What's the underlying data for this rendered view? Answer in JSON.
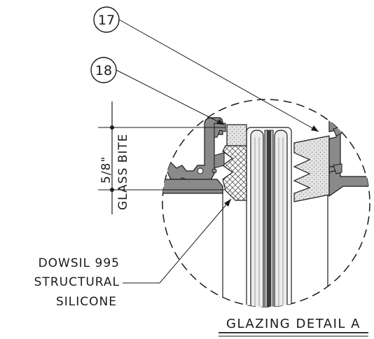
{
  "callouts": [
    {
      "id": "callout-17",
      "number": "17"
    },
    {
      "id": "callout-18",
      "number": "18"
    }
  ],
  "dimension": {
    "value": "5/8\"",
    "label": "GLASS BITE"
  },
  "note": {
    "lines": [
      "DOWSIL 995",
      "STRUCTURAL",
      "SILICONE"
    ]
  },
  "detail_title": "GLAZING DETAIL A",
  "colors": {
    "line": "#1a1a1a",
    "frame": "#8a8a8a",
    "gasket": "#d9d9d9",
    "glass": "#e6e6e6",
    "hatch": "#555555"
  }
}
